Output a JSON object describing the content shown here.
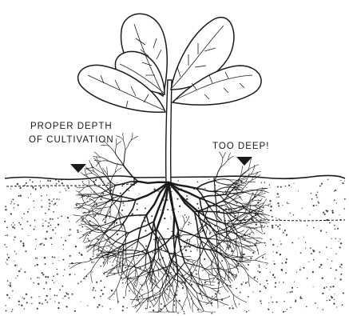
{
  "labels": {
    "proper_depth_line1": "PROPER DEPTH",
    "proper_depth_line2": "OF CULTIVATION",
    "too_deep": "TOO DEEP!"
  },
  "colors": {
    "ink": "#1a1a1a",
    "paper": "#ffffff",
    "soil_speckle": "#3a3a3a"
  }
}
